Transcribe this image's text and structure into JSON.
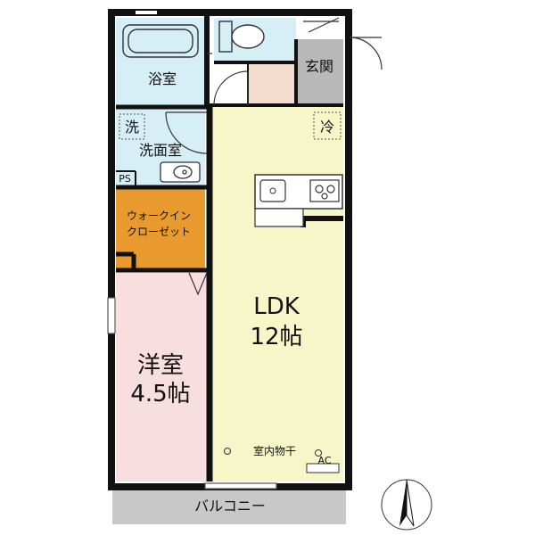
{
  "rooms": {
    "bath": "浴室",
    "entrance": "玄関",
    "washing_icon": "洗",
    "washroom": "洗面室",
    "ps": "PS",
    "fridge": "冷",
    "walkin_line1": "ウォークイン",
    "walkin_line2": "クローゼット",
    "ldk_name": "LDK",
    "ldk_size": "12帖",
    "western_name": "洋室",
    "western_size": "4.5帖",
    "indoor_dry": "室内物干",
    "ac": "AC",
    "balcony": "バルコニー"
  },
  "colors": {
    "ldk": "#f6f6c8",
    "western": "#f8dede",
    "bath": "#d6eef6",
    "walkin": "#e89a2e",
    "entrance_floor": "#b8b8b8",
    "toilet_floor": "#f3dccd",
    "balcony": "#c8c8c8",
    "wall": "#111111"
  },
  "icons": {
    "north": "north-arrow-icon",
    "sink": "sink-icon",
    "stove": "stove-icon",
    "toilet": "toilet-icon",
    "bathtub": "bathtub-icon"
  }
}
